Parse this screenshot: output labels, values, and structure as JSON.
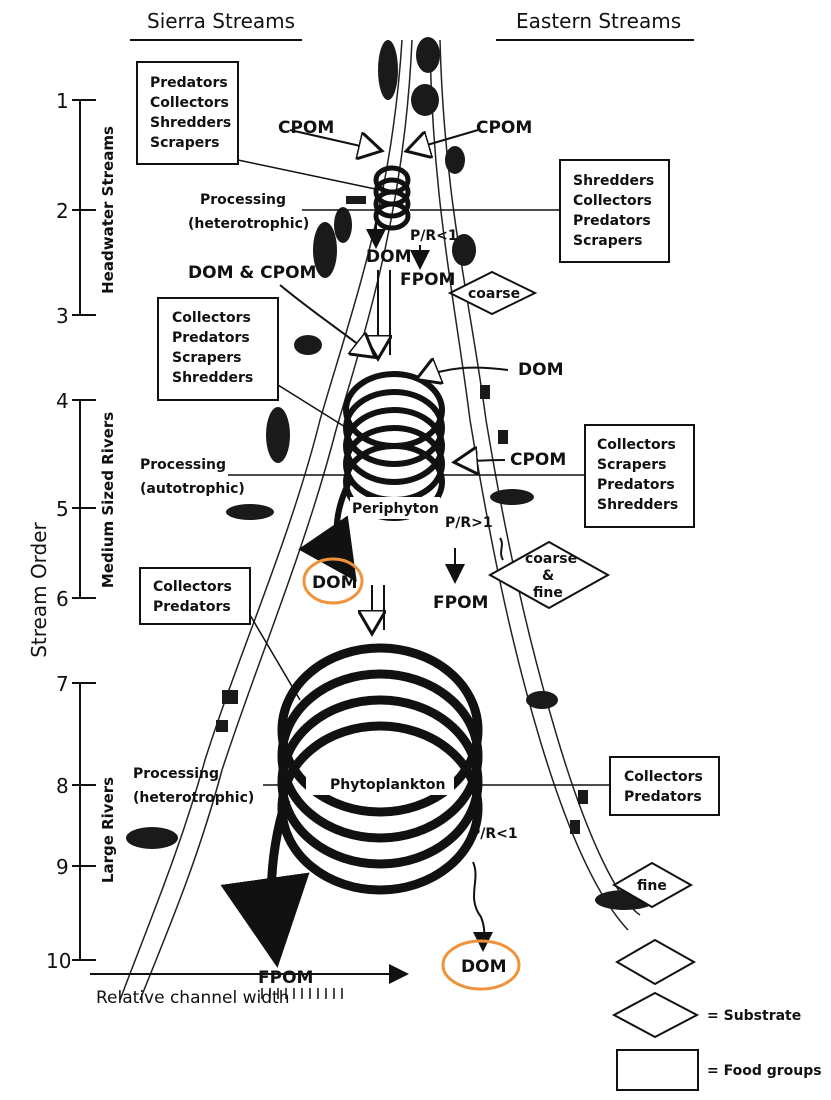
{
  "columns": {
    "left": "Sierra Streams",
    "right": "Eastern Streams"
  },
  "axis": {
    "y_label": "Stream Order",
    "x_label": "Relative channel width",
    "ticks": [
      "1",
      "2",
      "3",
      "4",
      "5",
      "6",
      "7",
      "8",
      "9",
      "10"
    ],
    "sections": [
      "Headwater Streams",
      "Medium Sized Rivers",
      "Large Rivers"
    ]
  },
  "food_groups": {
    "headwater_left": [
      "Predators",
      "Collectors",
      "Shredders",
      "Scrapers"
    ],
    "headwater_right": [
      "Shredders",
      "Collectors",
      "Predators",
      "Scrapers"
    ],
    "medium_left": [
      "Collectors",
      "Predators",
      "Scrapers",
      "Shredders"
    ],
    "medium_right": [
      "Collectors",
      "Scrapers",
      "Predators",
      "Shredders"
    ],
    "large_left": [
      "Collectors",
      "Predators"
    ],
    "large_right": [
      "Collectors",
      "Predators"
    ]
  },
  "processing": {
    "headwater": [
      "Processing",
      "(heterotrophic)"
    ],
    "medium": [
      "Processing",
      "(autotrophic)"
    ],
    "large": [
      "Processing",
      "(heterotrophic)"
    ]
  },
  "labels": {
    "cpom": "CPOM",
    "dom": "DOM",
    "fpom": "FPOM",
    "dom_cpom": "DOM & CPOM",
    "pr_less": "P/R<1",
    "pr_greater": "P/R>1",
    "periphyton": "Periphyton",
    "phytoplankton": "Phytoplankton"
  },
  "substrates": {
    "coarse": "coarse",
    "coarse_fine": [
      "coarse",
      "&",
      "fine"
    ],
    "fine": "fine"
  },
  "legend": {
    "substrate": "= Substrate",
    "food_groups": "= Food groups"
  },
  "highlight_color": "#f0923a"
}
